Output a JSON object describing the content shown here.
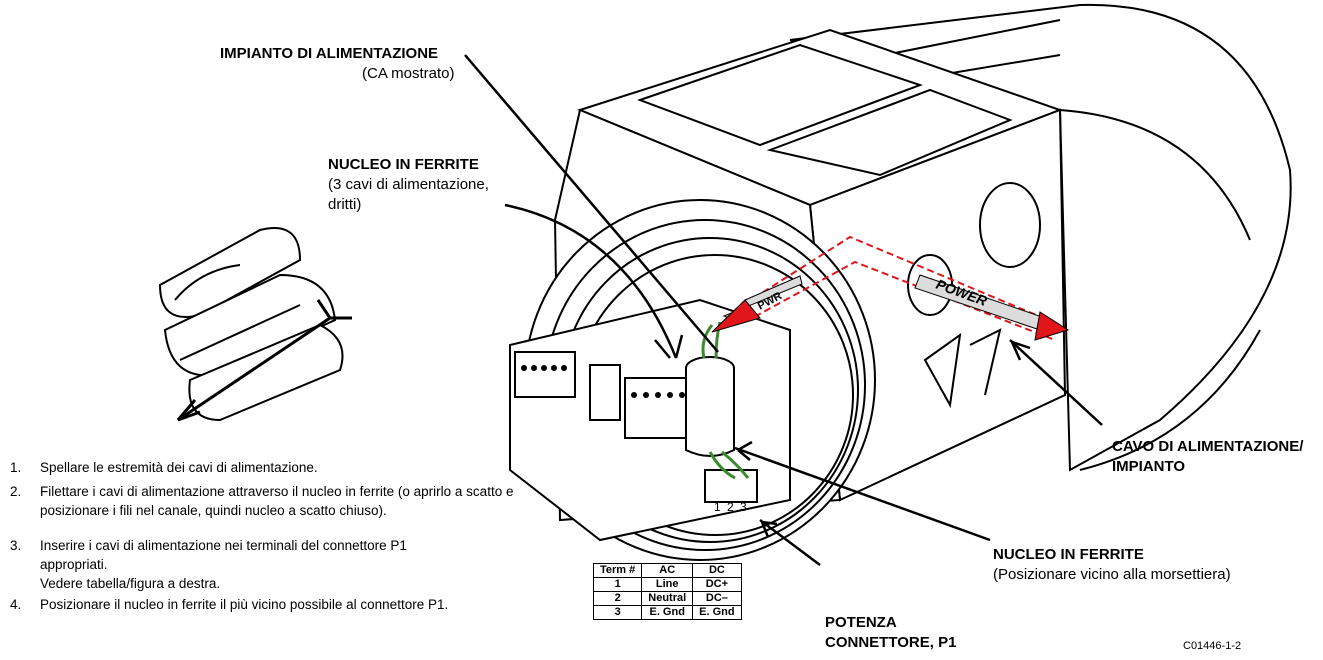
{
  "labels": {
    "power_plant_title": "IMPIANTO DI ALIMENTAZIONE",
    "power_plant_sub": "(CA mostrato)",
    "ferrite_top_title": "NUCLEO IN FERRITE",
    "ferrite_top_sub1": "(3 cavi di alimentazione,",
    "ferrite_top_sub2": "dritti)",
    "cable_line1": "CAVO DI ALIMENTAZIONE/",
    "cable_line2": "IMPIANTO",
    "ferrite_bottom_title": "NUCLEO IN FERRITE",
    "ferrite_bottom_sub": "(Posizionare vicino alla morsettiera)",
    "connector_line1": "POTENZA",
    "connector_line2": "CONNETTORE, P1",
    "figure_code": "C01446-1-2",
    "arrow_pwr": "PWR",
    "arrow_power": "POWER"
  },
  "steps": [
    {
      "num": "1.",
      "text": "Spellare le estremità dei cavi di alimentazione."
    },
    {
      "num": "2.",
      "text": "Filettare i cavi di alimentazione attraverso il nucleo in ferrite (o aprirlo a scatto e posizionare i fili nel canale, quindi nucleo a scatto chiuso)."
    },
    {
      "num": "3.",
      "text": "Inserire i cavi di alimentazione nei terminali del connettore P1 appropriati.",
      "text2": "Vedere tabella/figura a destra."
    },
    {
      "num": "4.",
      "text": "Posizionare il nucleo in ferrite il più vicino possibile al connettore P1."
    }
  ],
  "table": {
    "headers": [
      "Term #",
      "AC",
      "DC"
    ],
    "rows": [
      [
        "1",
        "Line",
        "DC+"
      ],
      [
        "2",
        "Neutral",
        "DC–"
      ],
      [
        "3",
        "E. Gnd",
        "E. Gnd"
      ]
    ]
  },
  "terminal_numbers": [
    "1",
    "2",
    "3"
  ],
  "colors": {
    "arrow_red": "#e0161b",
    "wire_green": "#3a8a2e",
    "line": "#000000"
  }
}
